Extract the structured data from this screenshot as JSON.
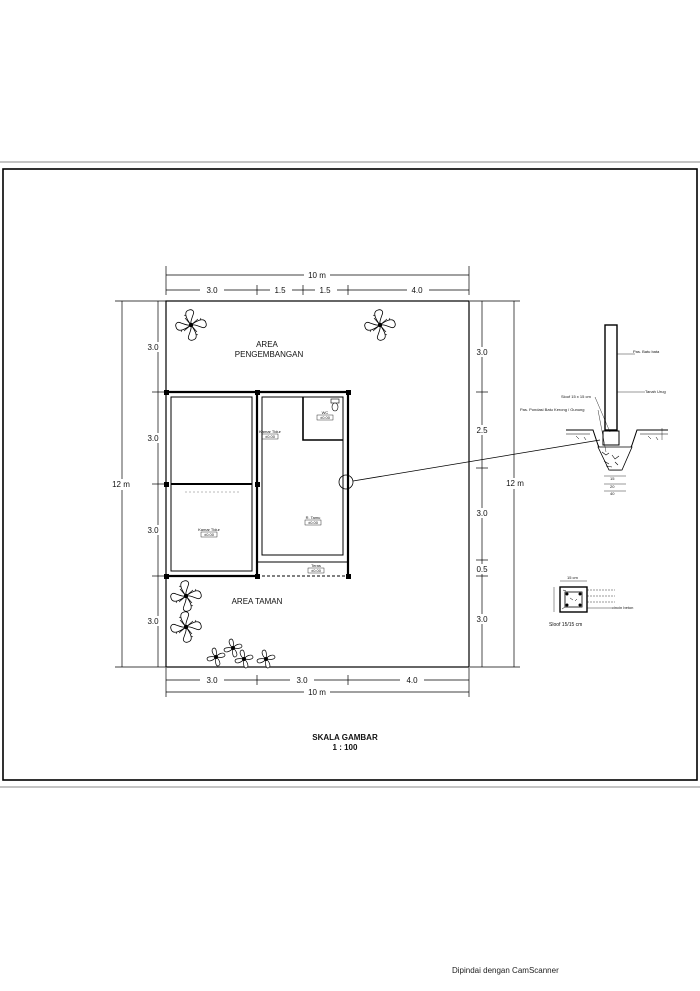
{
  "plan": {
    "areas": {
      "development": [
        "AREA",
        "PENGEMBANGAN"
      ],
      "garden": "AREA TAMAN"
    },
    "dims_top": {
      "total": "10 m",
      "segments": [
        "3.0",
        "1.5",
        "1.5",
        "4.0"
      ]
    },
    "dims_bottom": {
      "total": "10 m",
      "segments": [
        "3.0",
        "3.0",
        "4.0"
      ]
    },
    "dims_left": {
      "total": "12 m",
      "segments": [
        "3.0",
        "3.0",
        "3.0",
        "3.0"
      ]
    },
    "dims_right": {
      "total": "12 m",
      "segments": [
        "3.0",
        "2.5",
        "3.0",
        "0.5",
        "3.0"
      ]
    },
    "rooms": [
      {
        "name": "WC",
        "elev": "±0.00"
      },
      {
        "name": "Kamar Tidur",
        "elev": "±0.00"
      },
      {
        "name": "R. Tamu",
        "elev": "±0.00"
      },
      {
        "name": "Kamar Tidur",
        "elev": "±0.00"
      },
      {
        "name": "Teras",
        "elev": "±0.00"
      }
    ]
  },
  "foundation_detail": {
    "labels": [
      "Pas. Batu bata",
      "Tanah Urug",
      "Sloof 15 x 15 cm",
      "Pas. Pondasi Batu Kerong / Gunung"
    ],
    "dims": [
      "15",
      "20",
      "40"
    ]
  },
  "sloof_detail": {
    "caption": "Sloof 15/15 cm",
    "note": "cincin beton",
    "dim": "15 cm"
  },
  "scale": {
    "title": "SKALA GAMBAR",
    "value": "1 : 100"
  },
  "footer": "Dipindai dengan CamScanner"
}
